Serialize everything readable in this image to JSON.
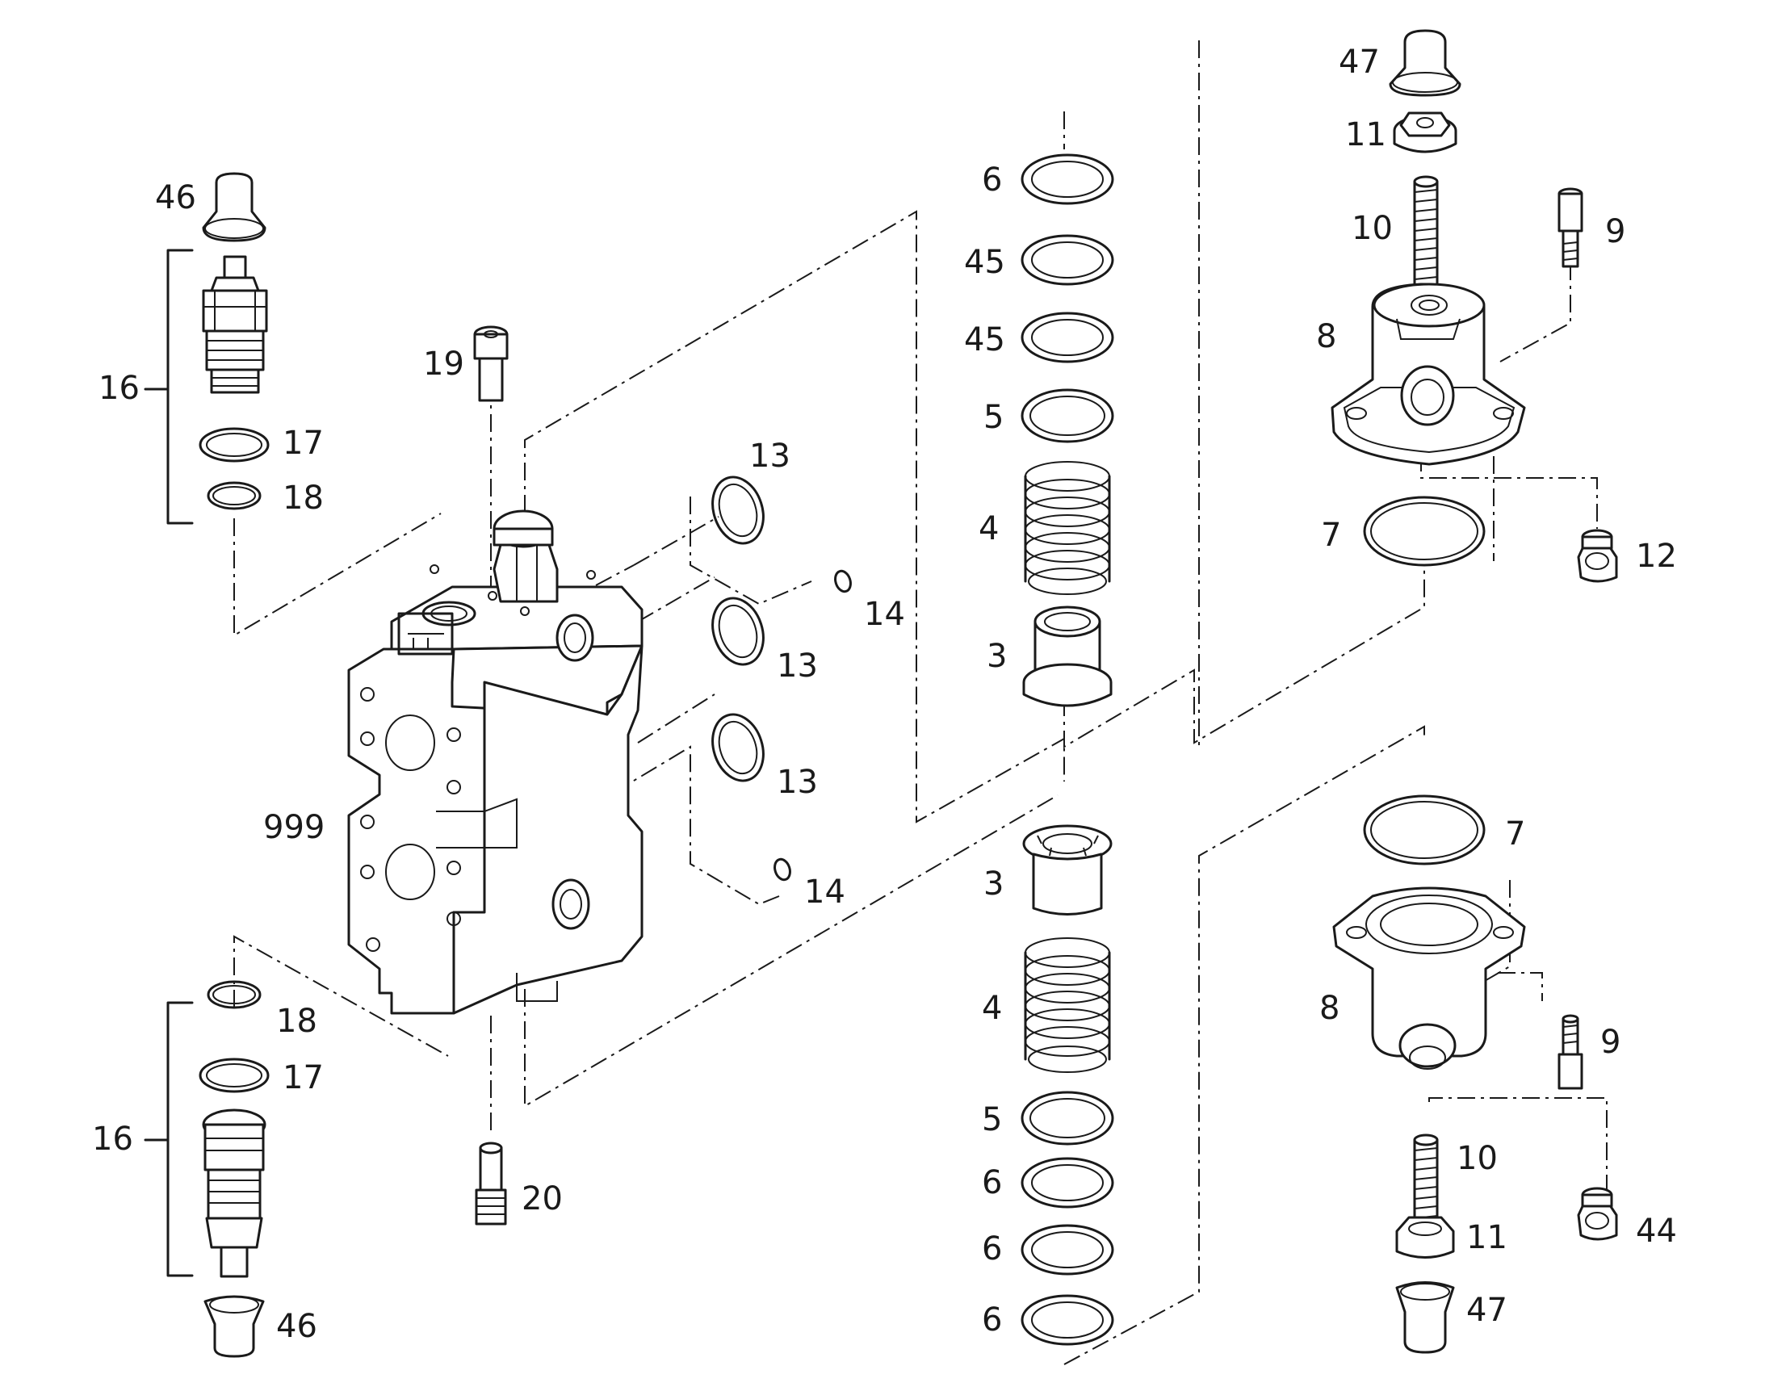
{
  "diagram": {
    "labels": {
      "l46a": "46",
      "l16a": "16",
      "l17a": "17",
      "l18a": "18",
      "l19": "19",
      "l13a": "13",
      "l14a": "14",
      "l13b": "13",
      "l13c": "13",
      "l14b": "14",
      "l999": "999",
      "l18b": "18",
      "l17b": "17",
      "l16b": "16",
      "l46b": "46",
      "l20": "20",
      "l6a": "6",
      "l45a": "45",
      "l45b": "45",
      "l5a": "5",
      "l4a": "4",
      "l3a": "3",
      "l3b": "3",
      "l4b": "4",
      "l5b": "5",
      "l6b": "6",
      "l6c": "6",
      "l6d": "6",
      "l47a": "47",
      "l11a": "11",
      "l10a": "10",
      "l9a": "9",
      "l8a": "8",
      "l7a": "7",
      "l12": "12",
      "l7b": "7",
      "l8b": "8",
      "l9b": "9",
      "l10b": "10",
      "l44": "44",
      "l11b": "11",
      "l47b": "47"
    }
  }
}
